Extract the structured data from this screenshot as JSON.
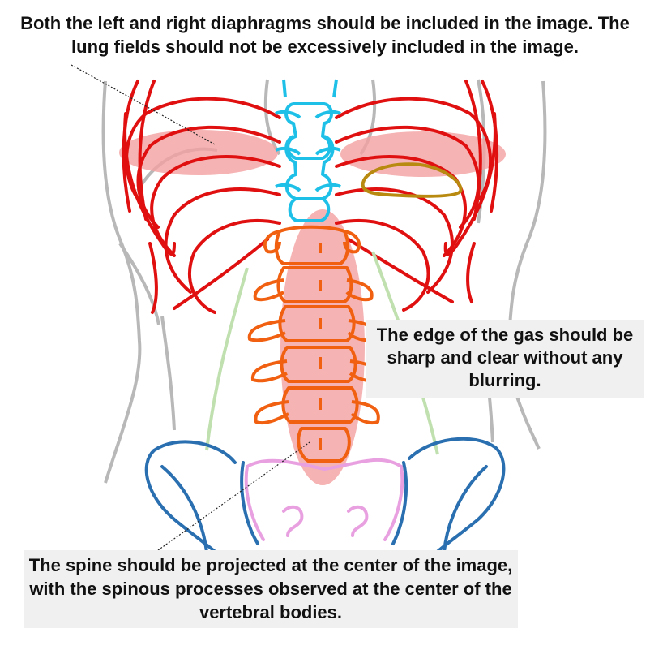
{
  "annotations": {
    "diaphragm_note": "Both the left and right diaphragms should be included in the image. The lung fields should not be excessively included in the image.",
    "gas_note": "The edge of the gas should be sharp and clear without any blurring.",
    "spine_note": "The spine should be projected at the center of the image, with the spinous processes observed at the center of the vertebral bodies."
  },
  "colors": {
    "ribs": "#e01010",
    "thoracic_spine": "#1ec0e8",
    "lumbar_spine": "#f06010",
    "pelvis": "#2a6fb0",
    "sacrum": "#e8a0e0",
    "body_outline": "#b8b8b8",
    "psoas_line": "#c0e0b0",
    "highlight": "#f4a0a0",
    "gas_outline": "#b88a10",
    "note_background": "#f0f0f0"
  }
}
